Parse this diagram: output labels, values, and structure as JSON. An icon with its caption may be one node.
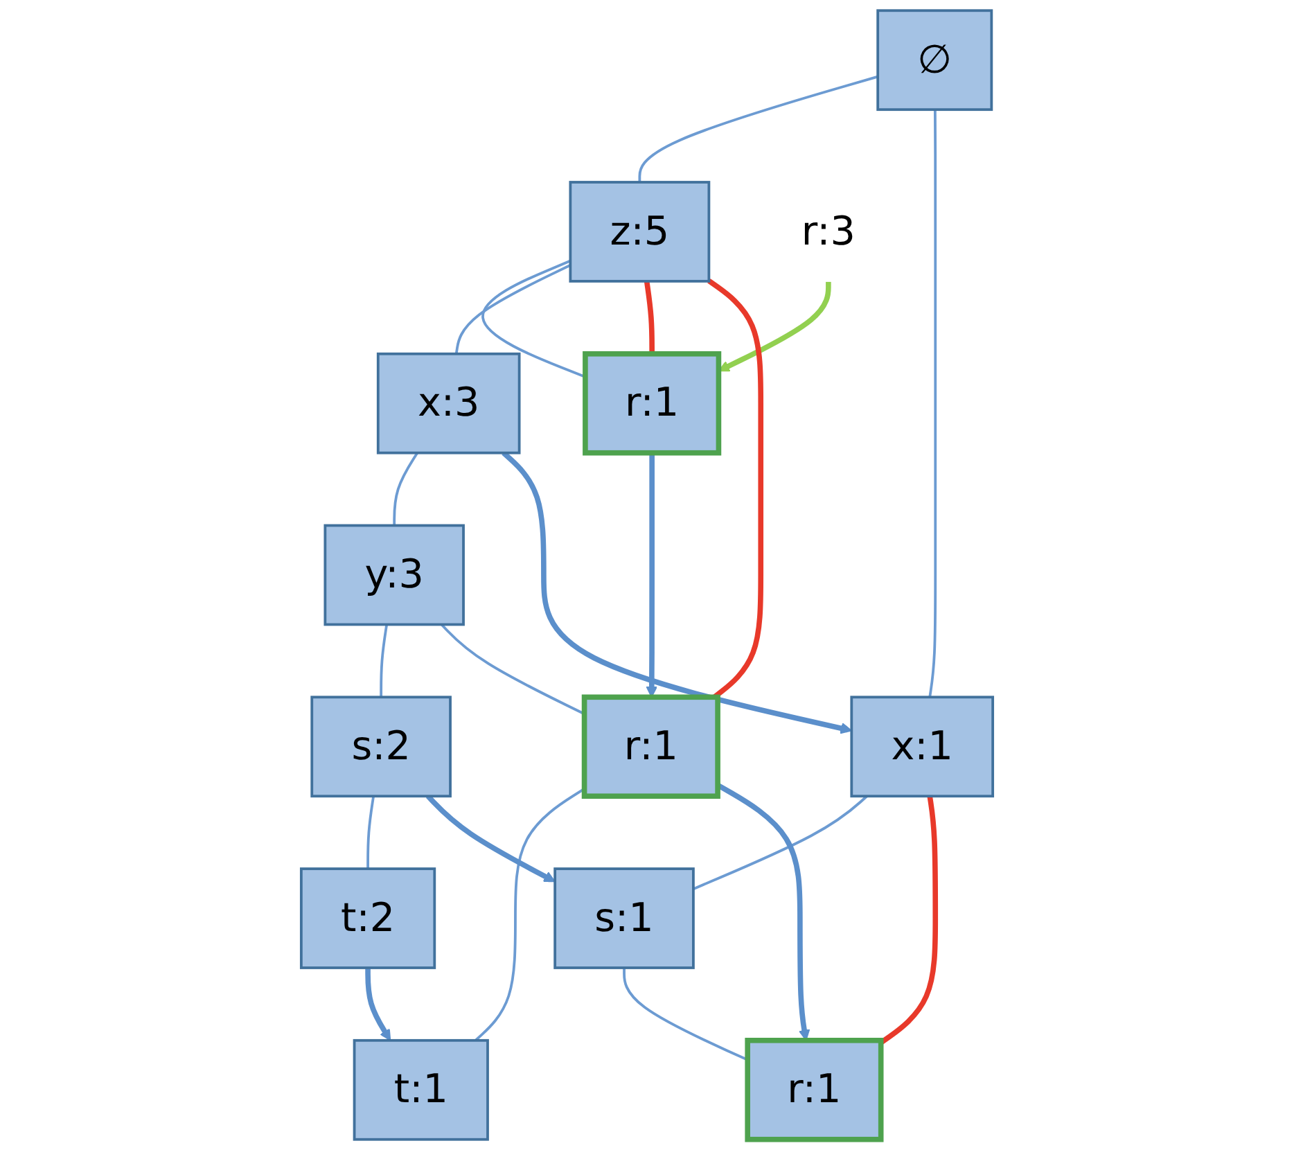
{
  "diagram": {
    "nodes": [
      {
        "text": [
          "∅"
        ]
      },
      {
        "text": [
          "z:5"
        ]
      },
      {
        "text": [
          "x:1"
        ]
      },
      {
        "text": [
          "r:1"
        ]
      },
      {
        "text": [
          "x:3"
        ]
      },
      {
        "text": [
          "s:1"
        ]
      },
      {
        "text": [
          "y:3"
        ]
      },
      {
        "text": [
          "r:1"
        ]
      },
      {
        "text": [
          "s:2"
        ]
      },
      {
        "text": [
          "r:1"
        ]
      },
      {
        "text": [
          "t:2"
        ]
      },
      {
        "text": [
          "t:1"
        ]
      },
      {
        "text": [
          "r:3"
        ]
      }
    ],
    "edges": [
      {
        "from": 0,
        "to": 1,
        "arrow": "none"
      },
      {
        "from": 0,
        "to": 2,
        "arrow": "none"
      },
      {
        "from": 1,
        "to": 3,
        "arrow": "none"
      },
      {
        "from": 1,
        "to": 4,
        "arrow": "none"
      },
      {
        "from": 2,
        "to": 5,
        "arrow": "none"
      },
      {
        "from": 4,
        "to": 6,
        "arrow": "none"
      },
      {
        "from": 5,
        "to": 7,
        "arrow": "none"
      },
      {
        "from": 6,
        "to": 8,
        "arrow": "none"
      },
      {
        "from": 6,
        "to": 9,
        "arrow": "none"
      },
      {
        "from": 8,
        "to": 10,
        "arrow": "none"
      },
      {
        "from": 9,
        "to": 11,
        "arrow": "none"
      },
      {
        "from": 12,
        "to": 3,
        "arrow": "to",
        "style": "thick",
        "color": "#92d050"
      },
      {
        "from": 4,
        "to": 2,
        "arrow": "to",
        "style": "thick"
      },
      {
        "from": 3,
        "to": 9,
        "arrow": "to",
        "style": "thick"
      },
      {
        "from": 8,
        "to": 5,
        "arrow": "to",
        "style": "thick"
      },
      {
        "from": 9,
        "to": 7,
        "arrow": "to",
        "style": "thick"
      },
      {
        "from": 10,
        "to": 11,
        "arrow": "to",
        "style": "thick"
      },
      {
        "from": 1,
        "to": 3,
        "arrow": "none",
        "style": "thick",
        "color": "#e8392a"
      },
      {
        "from": 1,
        "to": 9,
        "arrow": "none",
        "style": "thick",
        "color": "#e8392a"
      },
      {
        "from": 2,
        "to": 7,
        "arrow": "none",
        "style": "thick",
        "color": "#e8392a"
      }
    ]
  }
}
